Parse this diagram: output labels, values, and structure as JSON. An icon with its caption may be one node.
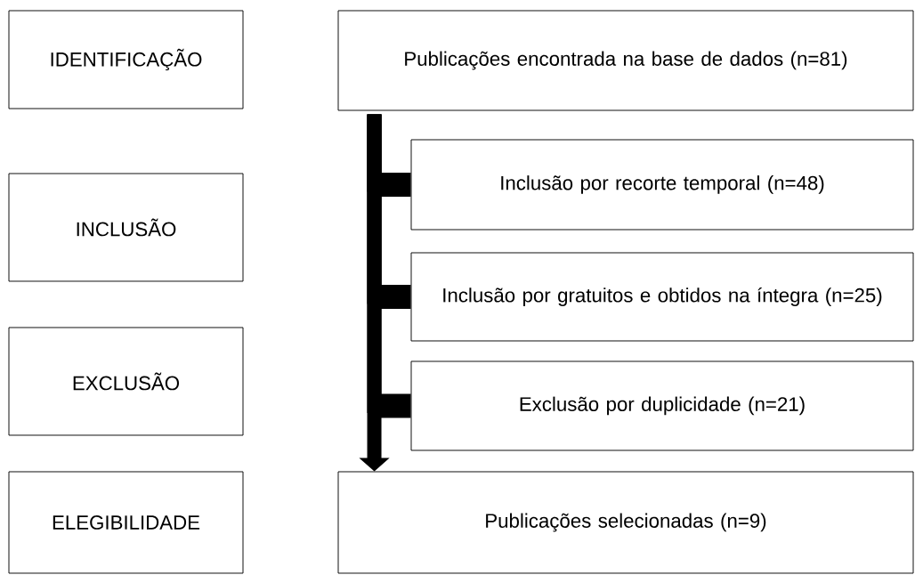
{
  "diagram": {
    "nodes": [
      {
        "text": [
          "IDENTIFICAÇÃO"
        ]
      },
      {
        "text": [
          "Publicações encontrada na base de dados (n=81)"
        ]
      },
      {
        "text": [
          "INCLUSÃO"
        ]
      },
      {
        "text": [
          "Inclusão por recorte temporal (n=48)"
        ]
      },
      {
        "text": [
          "Inclusão por gratuitos e obtidos na íntegra (n=25)"
        ]
      },
      {
        "text": [
          "EXCLUSÃO"
        ]
      },
      {
        "text": [
          "Exclusão por duplicidade (n=21)"
        ]
      },
      {
        "text": [
          "ELEGIBILIDADE"
        ]
      },
      {
        "text": [
          "Publicações selecionadas (n=9)"
        ]
      }
    ],
    "edges": [
      {
        "from": 1,
        "to": 8,
        "arrow": "to"
      },
      {
        "from": 1,
        "to": 3,
        "arrow": "none"
      },
      {
        "from": 1,
        "to": 4,
        "arrow": "none"
      },
      {
        "from": 1,
        "to": 6,
        "arrow": "none"
      }
    ]
  }
}
